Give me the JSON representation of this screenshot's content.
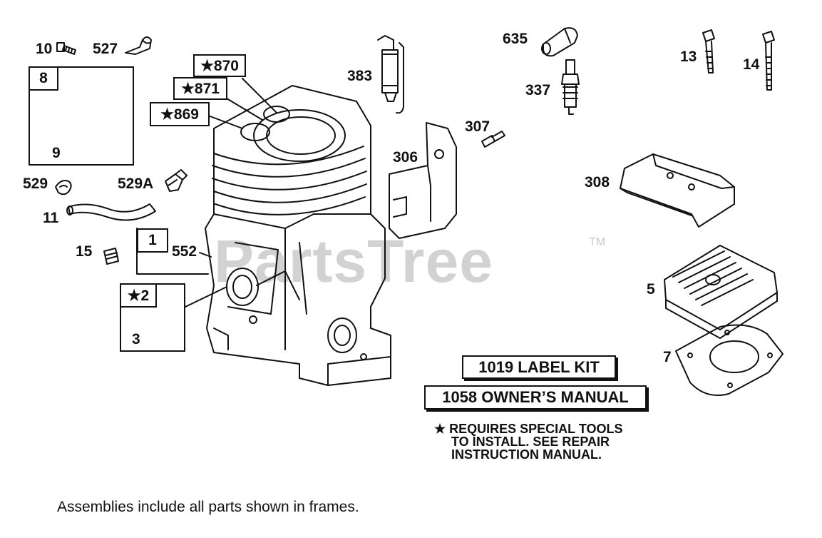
{
  "watermark": {
    "text": "PartsTree",
    "tm": "TM"
  },
  "part_labels": {
    "p10": "10",
    "p527": "527",
    "p8": "8",
    "p9": "9",
    "p529": "529",
    "p529a": "529A",
    "p11": "11",
    "p15": "15",
    "p1": "1",
    "p552": "552",
    "p2": "★2",
    "p3": "3",
    "p870": "★870",
    "p871": "★871",
    "p869": "★869",
    "p383": "383",
    "p635": "635",
    "p337": "337",
    "p307": "307",
    "p306": "306",
    "p13": "13",
    "p14": "14",
    "p308": "308",
    "p5": "5",
    "p7": "7"
  },
  "kits": {
    "label_kit": "1019 LABEL KIT",
    "owners_manual": "1058 OWNER’S MANUAL"
  },
  "note": {
    "line1": "★ REQUIRES SPECIAL TOOLS",
    "line2": "TO INSTALL.  SEE REPAIR",
    "line3": "INSTRUCTION MANUAL."
  },
  "footer": "Assemblies include all parts shown in frames."
}
